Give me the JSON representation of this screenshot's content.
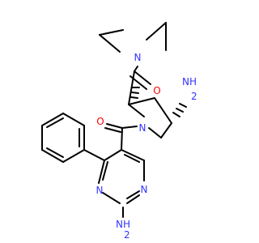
{
  "colors": {
    "bond": "#000000",
    "nitrogen": "#3333ff",
    "oxygen": "#ff0000",
    "background": "#ffffff"
  },
  "labels": {
    "amide_n": "N",
    "amide_o": "O",
    "ring_n": "N",
    "nh2_top": "NH",
    "nh2_top_sub": "2",
    "acyl_o": "O",
    "pyr_n1": "N",
    "pyr_n3": "N",
    "nh2_bottom": "NH",
    "nh2_bottom_sub": "2"
  }
}
